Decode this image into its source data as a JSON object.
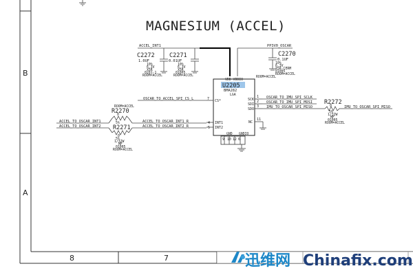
{
  "title": "MAGNESIUM (ACCEL)",
  "zones": {
    "left": [
      "B",
      "A"
    ],
    "bottom": [
      "8",
      "7"
    ]
  },
  "nets": {
    "top_left": "ACCEL_INT1",
    "top_right": "PP3V0_OSCAR",
    "cs": "OSCAR_TO_ACCEL_SPI_CS_L",
    "sclk": "OSCAR_TO_IMU_SPI_SCLK",
    "mosi": "OSCAR_TO_IMU_SPI_MOSI",
    "miso_chip": "IMU_TO_OSCAR_SPI_MISO",
    "miso_out": "IMU_TO_OSCAR_SPI_MISO",
    "int1_in": "ACCEL_TO_OSCAR_INT1",
    "int2_in": "ACCEL_TO_OSCAR_INT2",
    "int1_out": "ACCEL_TO_OSCAR_INT1_R",
    "int2_out": "ACCEL_TO_OSCAR_INT2_R"
  },
  "caps": [
    {
      "ref": "C2272",
      "value": "1.0UF",
      "details": [
        "10%",
        "6.3V",
        "X5R",
        "0201-1",
        "ROOM=ACCEL"
      ]
    },
    {
      "ref": "C2271",
      "value": "0.01UF",
      "details": [
        "10%",
        "6.3V",
        "X5R",
        "01005",
        "ROOM=ACCEL"
      ]
    },
    {
      "ref": "C2270",
      "value": "0.1UF",
      "details": [
        "10%",
        "6.3V",
        "X5R-CERM",
        "01005",
        "ROOM=ACCEL"
      ]
    }
  ],
  "resistors": [
    {
      "ref": "R2270",
      "value": "0",
      "details": [
        "ROOM=ACCEL",
        "5%",
        "1/32W",
        "MF",
        "01005",
        "ROOM=ACCEL"
      ]
    },
    {
      "ref": "R2271",
      "value": "0",
      "details": [
        "5%",
        "1/32W",
        "MF",
        "01005",
        "ROOM=ACCEL"
      ]
    },
    {
      "ref": "R2272",
      "value": "0",
      "details": [
        "5%",
        "1/32W",
        "MF",
        "01005",
        "ROOM=ACCEL"
      ]
    }
  ],
  "chip": {
    "ref": "U2205",
    "part": "BMA282",
    "package": "LGA",
    "top_pins": "VDD VDDIO",
    "room_note": "ROOM=ACCEL",
    "gnd_label": "GND",
    "gndio_label": "GNDIO",
    "pins_left": [
      {
        "num": "7",
        "name": "CS*"
      },
      {
        "num": "4",
        "name": "INT1"
      },
      {
        "num": "5",
        "name": "INT2"
      }
    ],
    "pins_right": [
      {
        "num": "1",
        "name": "SCK"
      },
      {
        "num": "2",
        "name": "SDI"
      },
      {
        "num": "3",
        "name": "SDO"
      },
      {
        "num": "11",
        "name": "NC"
      }
    ],
    "bottom_pins": [
      "9",
      "10",
      "12",
      "6"
    ]
  },
  "watermark": {
    "cn": "迅维网",
    "en": "Chinafix.com"
  }
}
